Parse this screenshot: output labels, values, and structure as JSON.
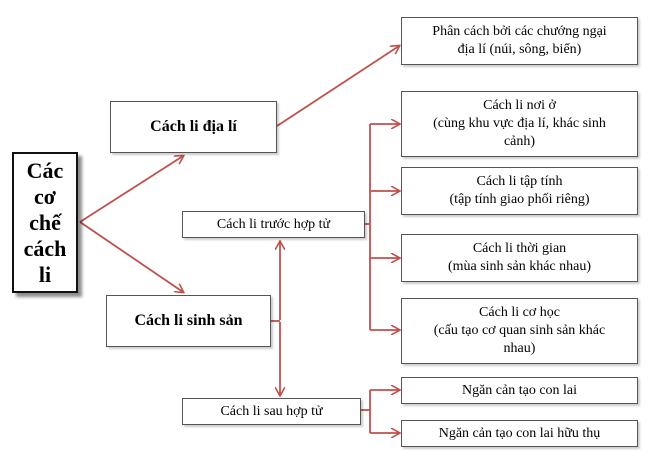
{
  "diagram": {
    "colors": {
      "arrow": "#c0504d",
      "box_border": "#555555"
    },
    "root": {
      "lines": [
        "Các",
        "cơ",
        "chế",
        "cách",
        "li"
      ]
    },
    "geo": {
      "label": "Cách li địa lí"
    },
    "geo_note": {
      "line1": "Phân cách bởi các chướng ngại",
      "line2": "địa lí (núi, sông, biển)"
    },
    "repro": {
      "label": "Cách li sinh sản"
    },
    "pre": {
      "label": "Cách li trước hợp tử"
    },
    "post": {
      "label": "Cách li sau hợp tử"
    },
    "habitat": {
      "line1": "Cách li nơi ở",
      "line2": "(cùng khu vực địa lí, khác sinh",
      "line3": "cảnh)"
    },
    "behavior": {
      "line1": "Cách li tập tính",
      "line2": "(tập tính giao phối riêng)"
    },
    "temporal": {
      "line1": "Cách li thời gian",
      "line2": "(mùa sinh sản khác nhau)"
    },
    "mechanical": {
      "line1": "Cách li cơ học",
      "line2": "(cấu tạo cơ quan sinh sản khác",
      "line3": "nhau)"
    },
    "hybrid1": {
      "label": "Ngăn cản tạo con lai"
    },
    "hybrid2": {
      "label": "Ngăn cản tạo con lai hữu thụ"
    }
  }
}
